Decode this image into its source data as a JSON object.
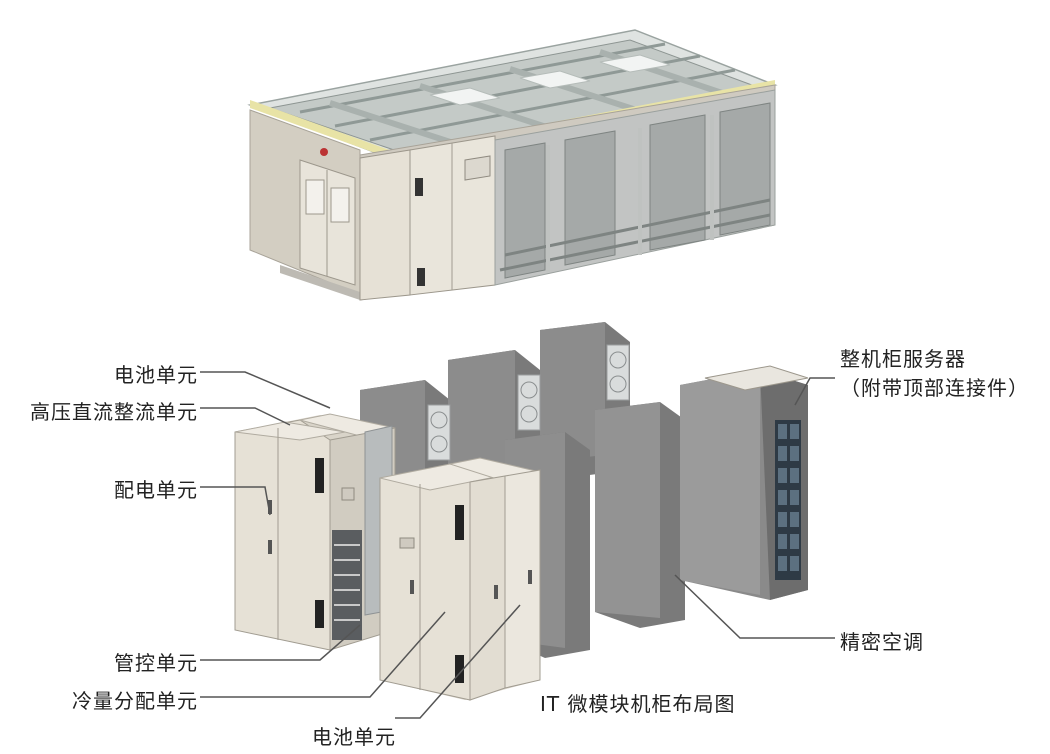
{
  "diagram": {
    "labels": {
      "battery_unit_top": "电池单元",
      "hvdc_rectifier_unit": "高压直流整流单元",
      "power_distribution_unit": "配电单元",
      "pipe_control_unit": "管控单元",
      "cooling_distribution_unit": "冷量分配单元",
      "battery_unit_bottom": "电池单元",
      "rack_server_line1": "整机柜服务器",
      "rack_server_line2": "（附带顶部连接件）",
      "precision_ac": "精密空调",
      "caption": "IT 微模块机柜布局图"
    },
    "colors": {
      "cabinet_face": "#e6e1d6",
      "cabinet_side": "#d3cec2",
      "panel_gray": "#8c8c8c",
      "panel_gray_dark": "#6f6f6f",
      "frame_top": "#cfd4d2",
      "yellow_trim": "#e8e3a6",
      "leader_line": "#555555"
    }
  }
}
